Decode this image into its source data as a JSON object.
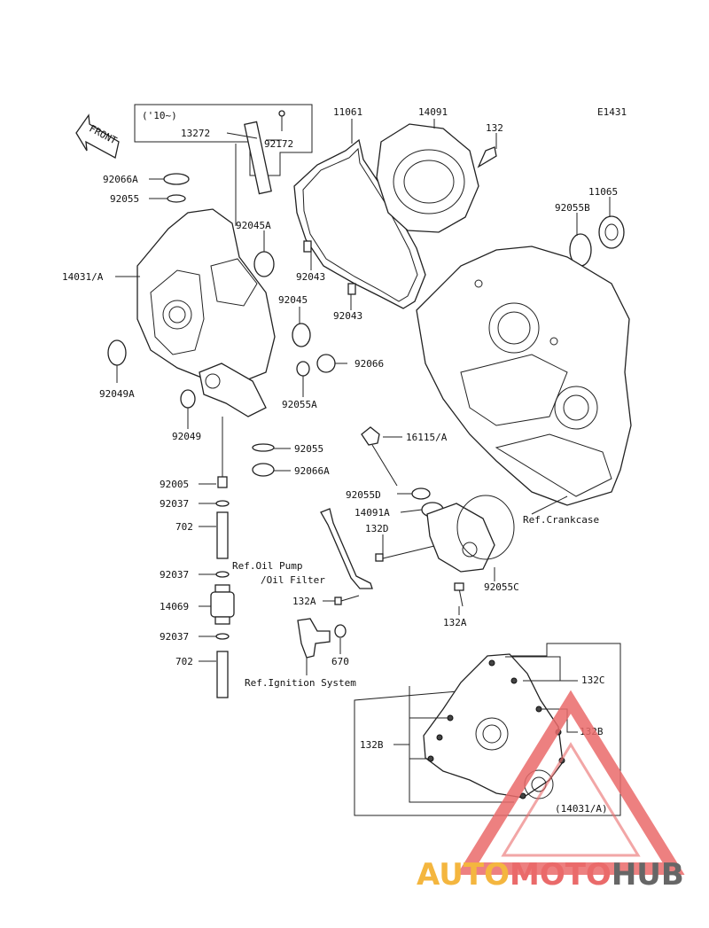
{
  "diagram_code": "E1431",
  "front_label": "FRONT",
  "variant_note": "('10~)",
  "labels": {
    "p13272": "13272",
    "p92172": "92172",
    "p11061": "11061",
    "p14091": "14091",
    "p132": "132",
    "p11065": "11065",
    "p92055B": "92055B",
    "p92066A_top": "92066A",
    "p92055_top": "92055",
    "p92045A": "92045A",
    "p14031A": "14031/A",
    "p92043_a": "92043",
    "p92043_b": "92043",
    "p92045": "92045",
    "p92066": "92066",
    "p92049A": "92049A",
    "p92055A": "92055A",
    "p92049": "92049",
    "p92055_mid": "92055",
    "p16115A": "16115/A",
    "p92066A_mid": "92066A",
    "p92005": "92005",
    "p92055D": "92055D",
    "p92037_a": "92037",
    "p14091A": "14091A",
    "p702_a": "702",
    "p132D": "132D",
    "ref_oil_1": "Ref.Oil Pump",
    "ref_oil_2": "/Oil Filter",
    "p92037_b": "92037",
    "p14069": "14069",
    "p132A_a": "132A",
    "p132A_b": "132A",
    "p92055C": "92055C",
    "p92037_c": "92037",
    "p670": "670",
    "p702_b": "702",
    "ref_ignition": "Ref.Ignition System",
    "ref_crankcase": "Ref.Crankcase",
    "p132C": "132C",
    "p132B_a": "132B",
    "p132B_b": "132B",
    "p14031A_inset": "(14031/A)"
  },
  "watermark": {
    "part1": "AUTO",
    "part2": "MOTO",
    "part3": "HUB",
    "colors": {
      "auto": "#f4b63f",
      "moto": "#ea6a6a",
      "hub": "#666666",
      "triangle": "#ea6a6a"
    }
  }
}
